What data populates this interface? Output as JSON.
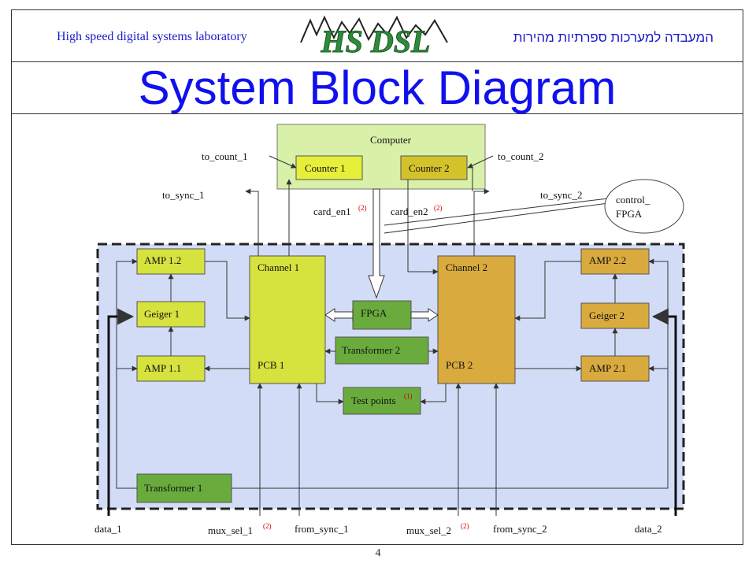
{
  "header": {
    "lab_name_en": "High speed digital systems laboratory",
    "lab_name_he": "המעבדה למערכות ספרתיות מהירות",
    "logo_text": "HS DSL"
  },
  "title": "System Block Diagram",
  "page_number": "4",
  "colors": {
    "title": "#1010ee",
    "computer_fill": "#d8f0a8",
    "counter1_fill": "#e6ef3a",
    "counter2_fill": "#d4c22a",
    "pcb1_fill": "#d6e23e",
    "pcb2_fill": "#d9aa3e",
    "fpga_fill": "#6aab3e",
    "amp_left_fill": "#d6e23e",
    "amp_right_fill": "#d9aa3e",
    "board_fill": "#d3dcf6",
    "superscript": "#cc0000"
  },
  "blocks": {
    "computer": "Computer",
    "counter1": "Counter 1",
    "counter2": "Counter 2",
    "channel1": "Channel 1",
    "pcb1": "PCB 1",
    "channel2": "Channel 2",
    "pcb2": "PCB 2",
    "fpga": "FPGA",
    "transformer2": "Transformer 2",
    "test_points": "Test points",
    "test_points_sup": "(1)",
    "amp12": "AMP 1.2",
    "geiger1": "Geiger 1",
    "amp11": "AMP 1.1",
    "amp22": "AMP 2.2",
    "geiger2": "Geiger 2",
    "amp21": "AMP 2.1",
    "transformer1": "Transformer 1"
  },
  "signals": {
    "to_count_1": "to_count_1",
    "to_count_2": "to_count_2",
    "to_sync_1": "to_sync_1",
    "to_sync_2": "to_sync_2",
    "card_en1": "card_en1",
    "card_en2": "card_en2",
    "sup2": "(2)",
    "control_fpga_line1": "control_",
    "control_fpga_line2": "FPGA",
    "data_1": "data_1",
    "data_2": "data_2",
    "mux_sel_1": "mux_sel_1",
    "mux_sel_2": "mux_sel_2",
    "from_sync_1": "from_sync_1",
    "from_sync_2": "from_sync_2"
  }
}
